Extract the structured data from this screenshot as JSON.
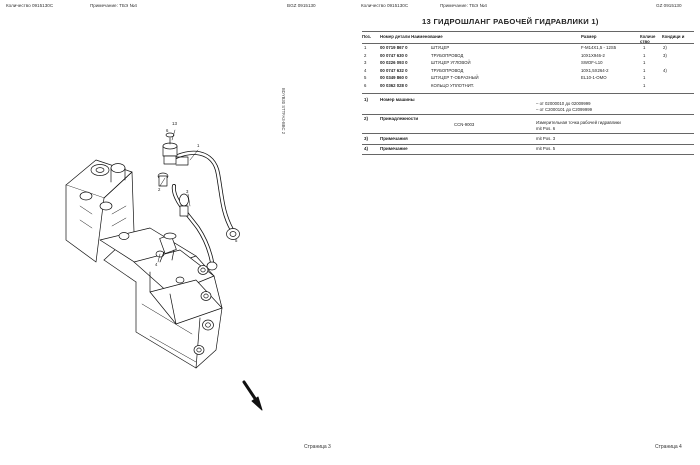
{
  "left_page": {
    "header": {
      "quantity": "Количество 0915130C",
      "note": "Примечание: ТБЭ №4",
      "model": "BGZ 0915130"
    },
    "vertical_code": "BDYB30 STTFA3-BBC 2",
    "callouts": [
      "13",
      "1",
      "2",
      "3",
      "4",
      "5",
      "6"
    ],
    "page_number": "Страница 3"
  },
  "right_page": {
    "header": {
      "quantity": "Количество 0915130C",
      "note": "Примечание: ТБЭ №4",
      "model": "GZ 0915130"
    },
    "title": "13  ГИДРОШЛАНГ РАБОЧЕЙ ГИДРАВЛИКИ  1)",
    "columns": {
      "pos": "Поз.",
      "part": "Номер детали Наименование",
      "size": "Размер",
      "qty": "Количе ство",
      "cond": "Кондици и"
    },
    "parts": [
      {
        "pos": "1",
        "number": "00 0719 867 0",
        "name": "ШТУЦЕР",
        "size": "F-M14X1,5 - 12S5",
        "qty": "1",
        "cond": "2)"
      },
      {
        "pos": "2",
        "number": "00 0747 630 0",
        "name": "ТРУБОПРОВОД",
        "size": "10X1X946-2",
        "qty": "1",
        "cond": "3)"
      },
      {
        "pos": "3",
        "number": "00 0226 093 0",
        "name": "ШТУЦЕР УГЛОВОЙ",
        "size": "SWOF-L10",
        "qty": "1",
        "cond": ""
      },
      {
        "pos": "4",
        "number": "00 0747 632 0",
        "name": "ТРУБОПРОВОД",
        "size": "10X1,5X264-2",
        "qty": "1",
        "cond": "4)"
      },
      {
        "pos": "5",
        "number": "00 0349 860 0",
        "name": "ШТУЦЕР Т-ОБРАЗНЫЙ",
        "size": "EL10-1-OMO",
        "qty": "1",
        "cond": ""
      },
      {
        "pos": "6",
        "number": "00 0362 028 0",
        "name": "КОЛЬЦО УПЛОТНИТ.",
        "size": "",
        "qty": "1",
        "cond": ""
      }
    ],
    "sections": [
      {
        "num": "1)",
        "title": "Номер машины",
        "code": "",
        "lines": [
          "– от 02000010 до 02009999",
          "– от C2000101 до C2099999"
        ]
      },
      {
        "num": "2)",
        "title": "Принадлежности",
        "code": "CCN-9003",
        "lines": [
          "Измерительная точка рабочей гидравлики",
          "mit Pos. 6"
        ]
      },
      {
        "num": "3)",
        "title": "Примечания",
        "code": "",
        "lines": [
          "mit Pos. 3"
        ]
      },
      {
        "num": "4)",
        "title": "Примечание",
        "code": "",
        "lines": [
          "mit Pos. 5"
        ]
      }
    ],
    "page_number": "Страница 4"
  }
}
